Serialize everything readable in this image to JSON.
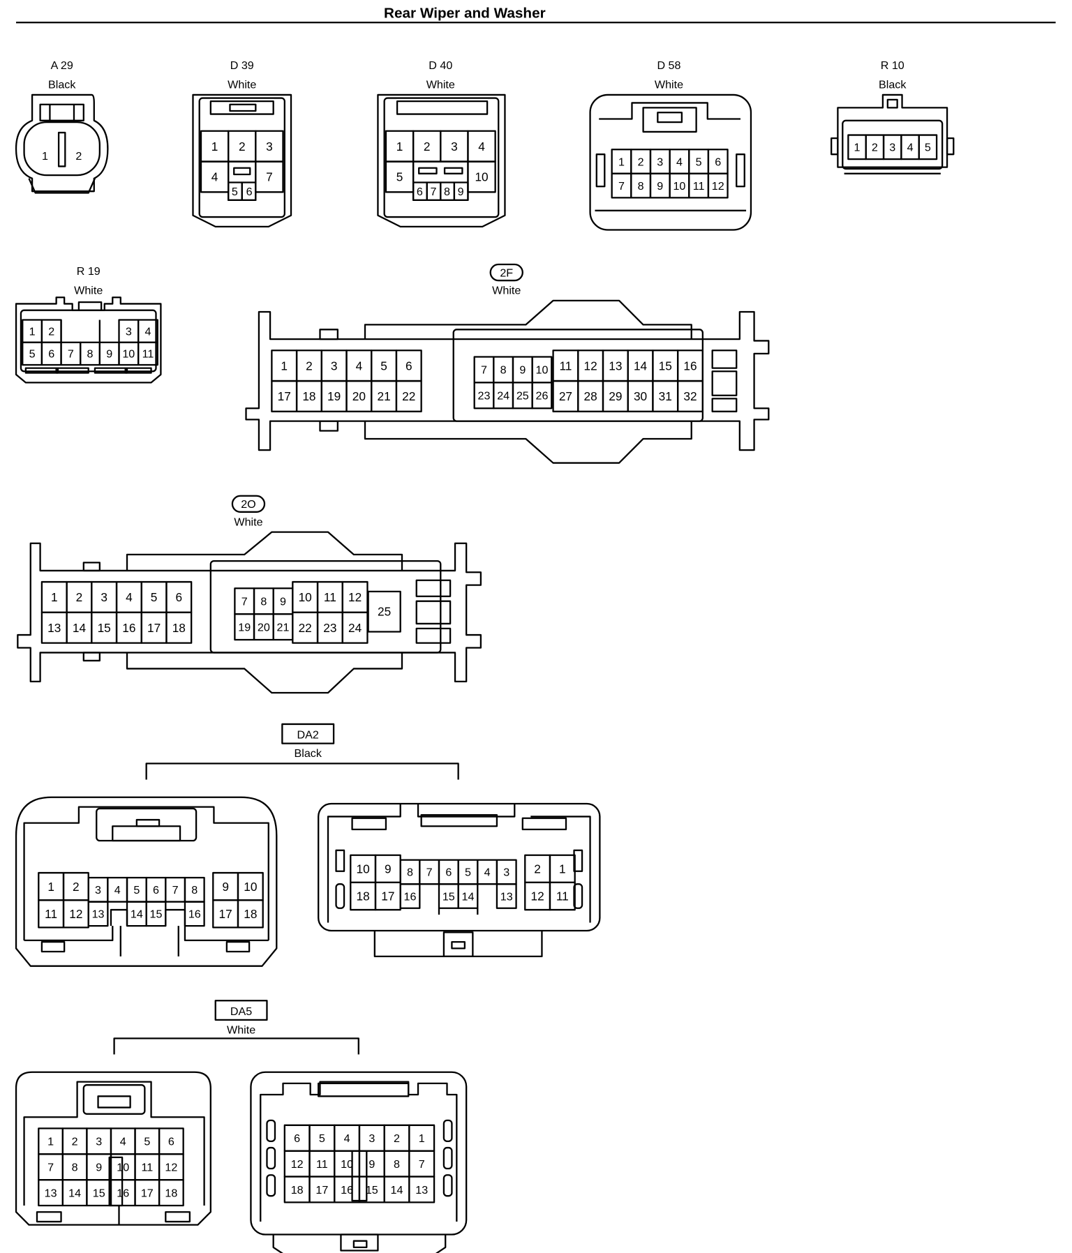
{
  "title": "Rear Wiper and Washer",
  "connectors": {
    "a29": {
      "code": "A 29",
      "color": "Black"
    },
    "d39": {
      "code": "D 39",
      "color": "White"
    },
    "d40": {
      "code": "D 40",
      "color": "White"
    },
    "d58": {
      "code": "D 58",
      "color": "White"
    },
    "r10": {
      "code": "R 10",
      "color": "Black"
    },
    "r19": {
      "code": "R 19",
      "color": "White"
    },
    "j2f": {
      "code": "2F",
      "color": "White"
    },
    "j2o": {
      "code": "2O",
      "color": "White"
    },
    "da2": {
      "code": "DA2",
      "color": "Black"
    },
    "da5": {
      "code": "DA5",
      "color": "White"
    }
  }
}
